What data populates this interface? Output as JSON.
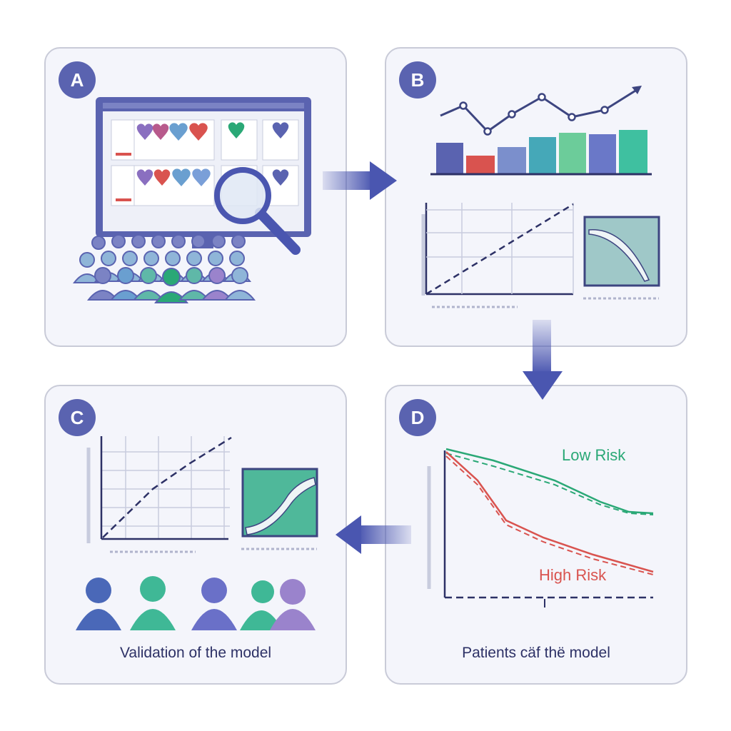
{
  "panels": {
    "a": {
      "badge": "A"
    },
    "b": {
      "badge": "B"
    },
    "c": {
      "badge": "C",
      "caption": "Validation of the model"
    },
    "d": {
      "badge": "D",
      "caption": "Patients cäf thë model",
      "low_label": "Low Risk",
      "high_label": "High Risk"
    }
  },
  "colors": {
    "badge": "#5a63b0",
    "low_risk": "#2aa876",
    "high_risk": "#d9534f",
    "arrow": "#4a56b0"
  },
  "icons": [
    "magnifier-icon",
    "monitor-icon",
    "person-icon",
    "heart-icon",
    "arrow-right-icon",
    "arrow-down-icon",
    "arrow-left-icon"
  ]
}
